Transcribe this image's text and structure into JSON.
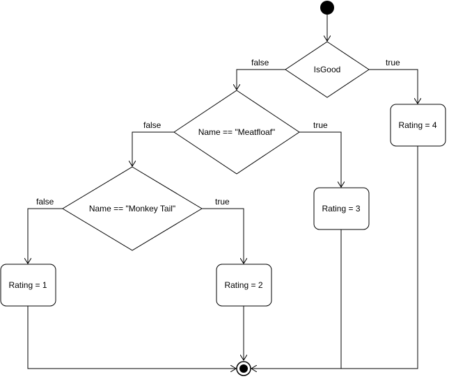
{
  "decisions": {
    "is_good": "IsGood",
    "meatfloaf": "Name == \"Meatfloaf\"",
    "monkey_tail": "Name == \"Monkey Tail\""
  },
  "actions": {
    "rating_1": "Rating = 1",
    "rating_2": "Rating = 2",
    "rating_3": "Rating = 3",
    "rating_4": "Rating = 4"
  },
  "edge_labels": {
    "is_good_false": "false",
    "is_good_true": "true",
    "meatfloaf_false": "false",
    "meatfloaf_true": "true",
    "monkey_tail_false": "false",
    "monkey_tail_true": "true"
  }
}
